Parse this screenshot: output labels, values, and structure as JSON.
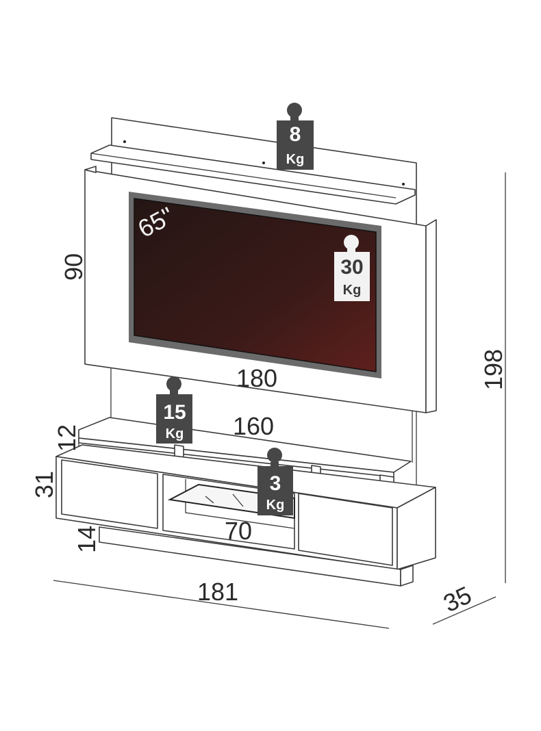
{
  "screen_size": "65\"",
  "dimensions": {
    "panel_height": "90",
    "total_height": "198",
    "panel_width": "180",
    "shelf_width": "160",
    "shelf_height": "12",
    "cabinet_height": "31",
    "plinth_height": "14",
    "niche_width": "70",
    "total_width": "181",
    "depth": "35"
  },
  "loads": {
    "top_shelf": {
      "value": "8",
      "unit": "Kg"
    },
    "tv": {
      "value": "30",
      "unit": "Kg"
    },
    "middle_shelf": {
      "value": "15",
      "unit": "Kg"
    },
    "glass_shelf": {
      "value": "3",
      "unit": "Kg"
    }
  },
  "colors": {
    "badge": "#474747",
    "tv_dark": "#2a1513",
    "tv_red": "#5a1f1c",
    "tv_frame": "#6b6b6b"
  }
}
